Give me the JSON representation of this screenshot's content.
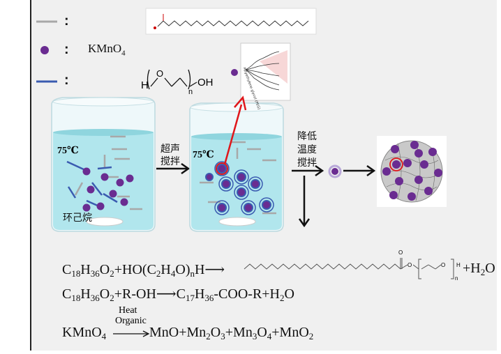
{
  "legend": {
    "colon": ":",
    "kmno4_label": "KMnO",
    "kmno4_sub": "4"
  },
  "peg_structure": {
    "h": "H",
    "o": "O",
    "oh": "OH",
    "n": "n"
  },
  "peg_image_text": "Polyethylene glycol (PEG)",
  "beaker1": {
    "temp": "75℃",
    "solvent": "环己烷"
  },
  "beaker2": {
    "temp": "75℃"
  },
  "step1": {
    "line1": "超声",
    "line2": "搅拌"
  },
  "step2": {
    "line1": "降低",
    "line2": "温度",
    "line3": "搅拌"
  },
  "equations": {
    "eq1": {
      "c": "C",
      "c_sub": "18",
      "h": "H",
      "h_sub": "36",
      "o": "O",
      "o_sub": "2",
      "plus_ho": "+HO(C",
      "c2_sub": "2",
      "h4": "H",
      "h4_sub": "4",
      "o_close": "O)",
      "n_sub": "n",
      "h_end": "H⟶",
      "struct_o1": "O",
      "struct_o2": "O",
      "struct_o3": "O",
      "struct_h": "H",
      "struct_n": "n",
      "plus_h2o": "+H",
      "h2o_sub": "2",
      "h2o_o": "O"
    },
    "eq2": {
      "c": "C",
      "c_sub": "18",
      "h": "H",
      "h_sub": "36",
      "o": "O",
      "o_sub": "2",
      "mid": "+R-OH⟶C",
      "c17_sub": "17",
      "h36": "H",
      "h36_sub": "36",
      "coo": "-COO-R+H",
      "h2_sub": "2",
      "o_end": "O"
    },
    "eq3": {
      "kmno": "KMnO",
      "k_sub": "4",
      "heat": "Heat",
      "organic": "Organic",
      "mno": "MnO+Mn",
      "mn2_sub": "2",
      "o3a": "O",
      "o3_sub": "3",
      "mn3": "+Mn",
      "mn3_sub": "3",
      "o4": "O",
      "o4_sub": "4",
      "mno2": "+MnO",
      "mno2_sub": "2"
    }
  },
  "colors": {
    "legend_gray": "#a8a8a8",
    "kmno4_purple": "#6a2c91",
    "peg_blue": "#3a5bb0",
    "arrow_red": "#e0171b",
    "water": "#a6e3ea"
  }
}
